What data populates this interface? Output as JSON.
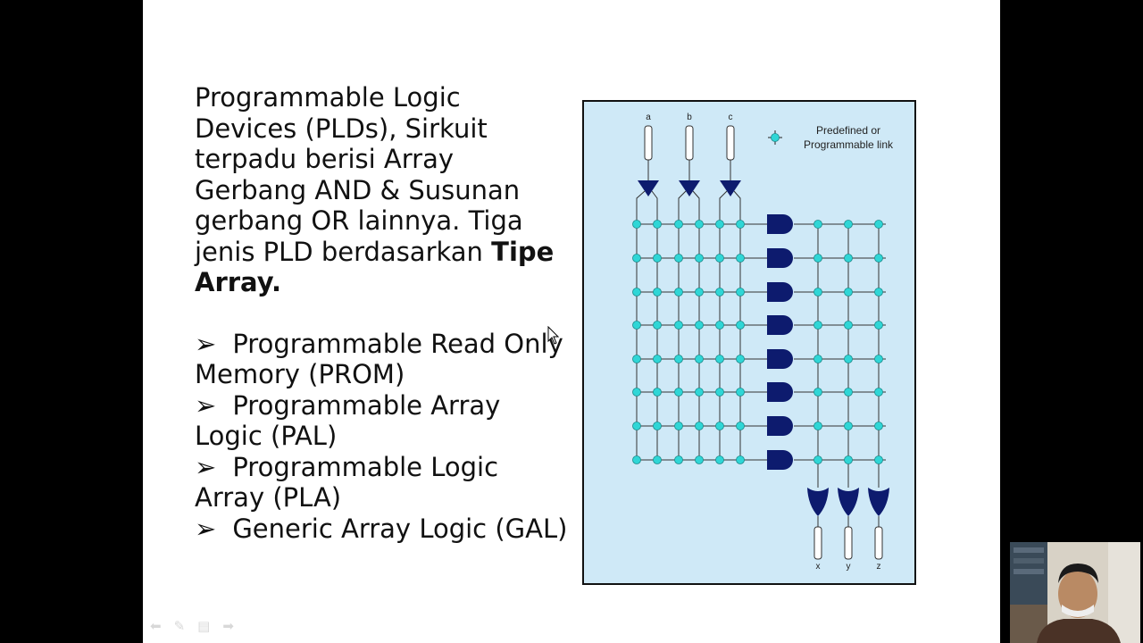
{
  "slide": {
    "paragraph_plain": "Programmable Logic Devices (PLDs), Sirkuit terpadu berisi Array Gerbang AND & Susunan gerbang OR lainnya. Tiga jenis PLD berdasarkan ",
    "paragraph_bold": "Tipe Array.",
    "bullet_marker": "➢",
    "bullets": [
      "Programmable Read Only Memory (PROM)",
      "Programmable Array Logic (PAL)",
      "Programmable Logic Array (PLA)",
      "Generic Array Logic (GAL)"
    ]
  },
  "diagram": {
    "inputs": [
      "a",
      "b",
      "c"
    ],
    "outputs": [
      "x",
      "y",
      "z"
    ],
    "legend_line1": "Predefined or",
    "legend_line2": "Programmable link",
    "colors": {
      "background": "#cfe9f7",
      "gate": "#0d1b6e",
      "node": "#2fd6d6",
      "line": "#222222"
    }
  },
  "nav_icons": [
    "back-arrow-icon",
    "pen-icon",
    "menu-icon",
    "forward-arrow-icon"
  ]
}
